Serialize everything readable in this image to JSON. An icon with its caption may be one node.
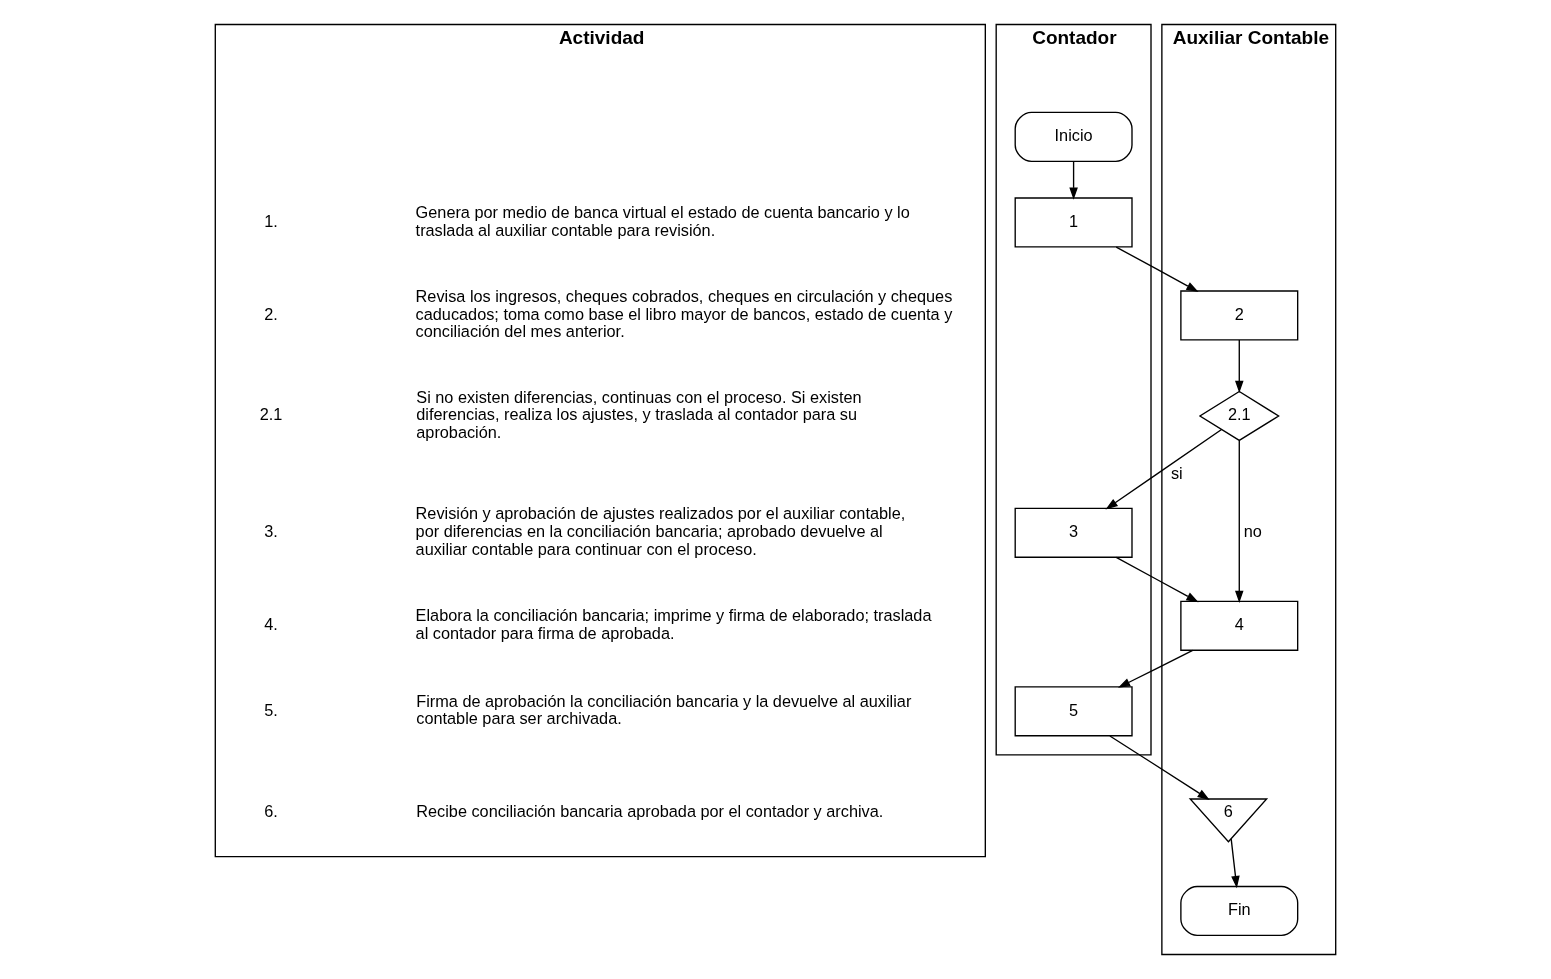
{
  "diagram": {
    "nodes": [
      {
        "text": [
          "Actividad"
        ]
      },
      {
        "text": [
          "Contador"
        ]
      },
      {
        "text": [
          "Auxiliar Contable"
        ]
      },
      {
        "text": [
          "Inicio"
        ],
        "in": 1
      },
      {
        "text": [
          "1"
        ],
        "in": 1
      },
      {
        "text": [
          "2"
        ],
        "in": 2
      },
      {
        "text": [
          "2.1"
        ],
        "in": 2
      },
      {
        "text": [
          "3"
        ],
        "in": 1
      },
      {
        "text": [
          "4"
        ],
        "in": 2
      },
      {
        "text": [
          "5"
        ],
        "in": 1
      },
      {
        "text": [
          "6"
        ],
        "in": 2
      },
      {
        "text": [
          "Fin"
        ],
        "in": 2
      }
    ],
    "edges": [
      {
        "from": 3,
        "to": 4,
        "arrow": "to"
      },
      {
        "from": 4,
        "to": 5,
        "arrow": "to"
      },
      {
        "from": 5,
        "to": 6,
        "arrow": "to"
      },
      {
        "from": 6,
        "to": 7,
        "arrow": "to",
        "label": "si"
      },
      {
        "from": 6,
        "to": 8,
        "arrow": "to",
        "label": "no"
      },
      {
        "from": 7,
        "to": 8,
        "arrow": "to"
      },
      {
        "from": 8,
        "to": 9,
        "arrow": "to"
      },
      {
        "from": 9,
        "to": 10,
        "arrow": "to"
      },
      {
        "from": 10,
        "to": 11,
        "arrow": "to"
      }
    ],
    "labels": [
      "1.",
      "Genera por medio de banca virtual el estado de cuenta bancario y lo traslada al auxiliar contable para revisión.",
      "2.",
      "Revisa los ingresos, cheques cobrados, cheques en circulación y cheques caducados; toma como base el libro mayor de bancos, estado de cuenta y conciliación del mes anterior.",
      "2.1",
      "Si no existen diferencias, continuas con el proceso. Si existen diferencias, realiza los ajustes, y traslada al contador para su aprobación.",
      "3.",
      "Revisión y aprobación de ajustes realizados por el auxiliar contable, por diferencias en la conciliación bancaria; aprobado devuelve al auxiliar contable para continuar con el proceso.",
      "4.",
      "Elabora la conciliación bancaria; imprime y firma de elaborado; traslada al contador para firma de aprobada.",
      "5.",
      "Firma de aprobación la conciliación bancaria y la devuelve al auxiliar contable para ser archivada.",
      "6.",
      "Recibe conciliación bancaria aprobada por el contador y archiva."
    ]
  }
}
